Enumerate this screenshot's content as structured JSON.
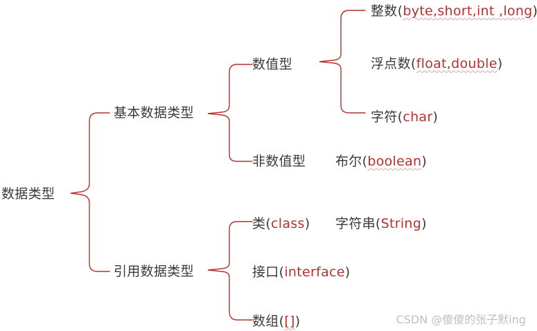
{
  "root": "数据类型",
  "basic": {
    "label": "基本数据类型",
    "numeric": {
      "label": "数值型",
      "integer": {
        "cn": "整数",
        "open": "(",
        "types": "byte,short,int ,long",
        "close": ")"
      },
      "float": {
        "cn": "浮点数",
        "open": "(",
        "types": "float,double",
        "close": ")"
      },
      "char": {
        "cn": "字符",
        "open": "(",
        "types": "char",
        "close": ")"
      }
    },
    "non_numeric": {
      "label": "非数值型",
      "boolean": {
        "cn": "布尔",
        "open": "(",
        "types": "boolean",
        "close": ")"
      }
    }
  },
  "reference": {
    "label": "引用数据类型",
    "class": {
      "cn": "类",
      "open": "(",
      "types": "class",
      "close": ")"
    },
    "string": {
      "cn": "字符串",
      "open": "(",
      "types": "String",
      "close": ")"
    },
    "interface": {
      "cn": "接口",
      "open": "(",
      "types": "interface",
      "close": ")"
    },
    "array": {
      "cn": "数组",
      "open": "(",
      "types": "[]",
      "close": ")"
    }
  },
  "watermark": "CSDN @傻傻的张子默ing",
  "colors": {
    "bracket": "#b2322e",
    "keyword": "#b2322e",
    "text": "#3a3a3a"
  }
}
